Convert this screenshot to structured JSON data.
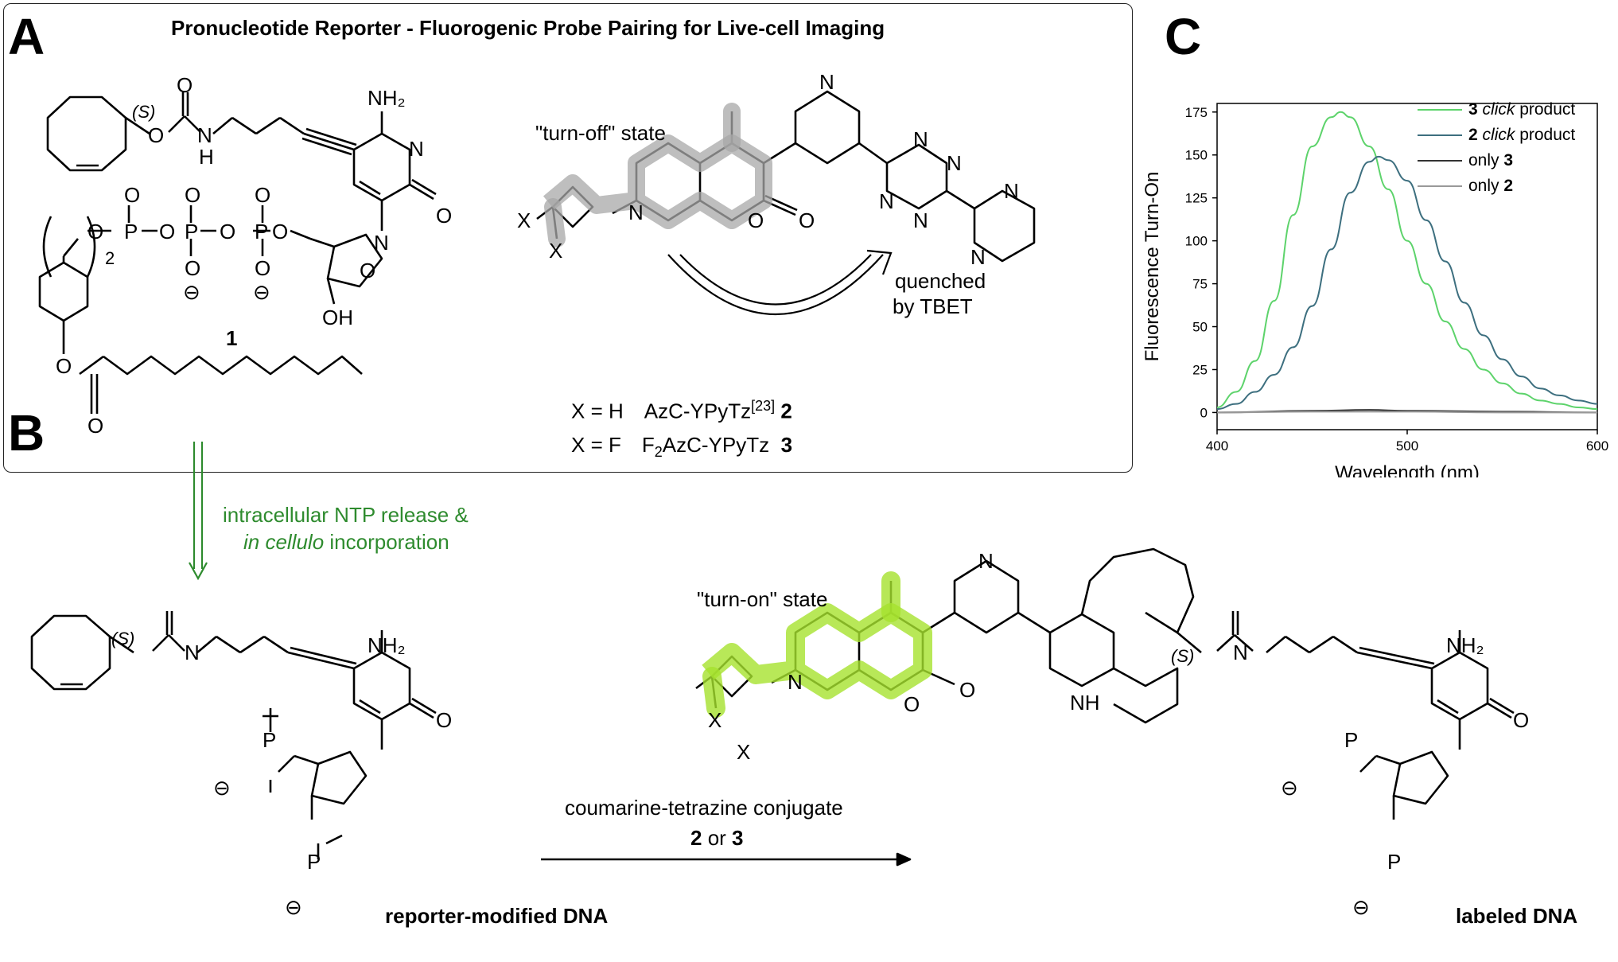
{
  "panels": {
    "a": "A",
    "b": "B",
    "c": "C"
  },
  "panel_a": {
    "title": "Pronucleotide Reporter - Fluorogenic Probe Pairing for Live-cell Imaging",
    "compound_1_label": "1",
    "stereo_s": "(S)",
    "atoms": {
      "nh2": "NH₂",
      "n": "N",
      "o": "O",
      "oh": "OH",
      "h": "H",
      "p": "P",
      "x": "X",
      "subscript_2": "2",
      "minus": "⊖"
    },
    "turn_off_state": "\"turn-off\" state",
    "quenched_line1": "quenched",
    "quenched_line2": "by TBET",
    "x_h_prefix": "X = H",
    "x_h_name": "AzC-YPyTz",
    "x_h_ref": "[23]",
    "x_h_num": "2",
    "x_f_prefix": "X = F",
    "x_f_name_pre": "F",
    "x_f_name_sub": "2",
    "x_f_name_post": "AzC-YPyTz",
    "x_f_num": "3"
  },
  "arrow_ab": {
    "line1": "intracellular NTP release &",
    "line2_italic": "in cellulo",
    "line2_rest": " incorporation"
  },
  "panel_b": {
    "turn_on_state": "\"turn-on\" state",
    "reagent_line1": "coumarine-tetrazine conjugate",
    "reagent_num_a": "2",
    "reagent_or": " or ",
    "reagent_num_b": "3",
    "reporter_dna": "reporter-modified DNA",
    "labeled_dna": "labeled DNA",
    "nh": "NH",
    "n_n": "N"
  },
  "colors": {
    "gray_highlight": "#a8a8a8",
    "green_highlight": "#a6e22e",
    "arrow_green": "#2e8b2e",
    "series_3": "#5dd36b",
    "series_2": "#3d6f7f",
    "series_only3": "#333333",
    "series_only2": "#999999"
  },
  "chart_data": {
    "type": "line",
    "xlabel": "Wavelength (nm)",
    "ylabel": "Fluorescence Turn-On",
    "xlim": [
      400,
      600
    ],
    "ylim": [
      -10,
      180
    ],
    "xticks": [
      400,
      500,
      600
    ],
    "yticks": [
      0,
      25,
      50,
      75,
      100,
      125,
      150,
      175
    ],
    "legend": [
      {
        "num": "3",
        "text": " click",
        "rest": " product",
        "color": "#5dd36b"
      },
      {
        "num": "2",
        "text": " click",
        "rest": " product",
        "color": "#3d6f7f"
      },
      {
        "num": "",
        "text": "only ",
        "rest": "3",
        "color": "#333333"
      },
      {
        "num": "",
        "text": "only ",
        "rest": "2",
        "color": "#999999"
      }
    ],
    "series": [
      {
        "name": "3 click product",
        "color": "#5dd36b",
        "x": [
          400,
          410,
          420,
          430,
          440,
          450,
          460,
          465,
          470,
          480,
          490,
          500,
          510,
          520,
          530,
          540,
          550,
          560,
          570,
          580,
          590,
          600
        ],
        "y": [
          3,
          12,
          30,
          65,
          115,
          155,
          172,
          175,
          172,
          155,
          130,
          100,
          75,
          53,
          37,
          25,
          17,
          11,
          7,
          5,
          3,
          2
        ]
      },
      {
        "name": "2 click product",
        "color": "#3d6f7f",
        "x": [
          400,
          410,
          420,
          430,
          440,
          450,
          460,
          470,
          480,
          485,
          490,
          500,
          510,
          520,
          530,
          540,
          550,
          560,
          570,
          580,
          590,
          600
        ],
        "y": [
          2,
          5,
          12,
          22,
          38,
          62,
          95,
          128,
          146,
          149,
          147,
          135,
          112,
          88,
          64,
          45,
          31,
          21,
          14,
          10,
          7,
          5
        ]
      },
      {
        "name": "only 3",
        "color": "#333333",
        "x": [
          400,
          450,
          480,
          500,
          550,
          600
        ],
        "y": [
          0,
          1,
          1.5,
          1,
          0.5,
          0
        ]
      },
      {
        "name": "only 2",
        "color": "#999999",
        "x": [
          400,
          450,
          500,
          550,
          600
        ],
        "y": [
          0,
          0.5,
          0.5,
          0,
          0
        ]
      }
    ]
  }
}
